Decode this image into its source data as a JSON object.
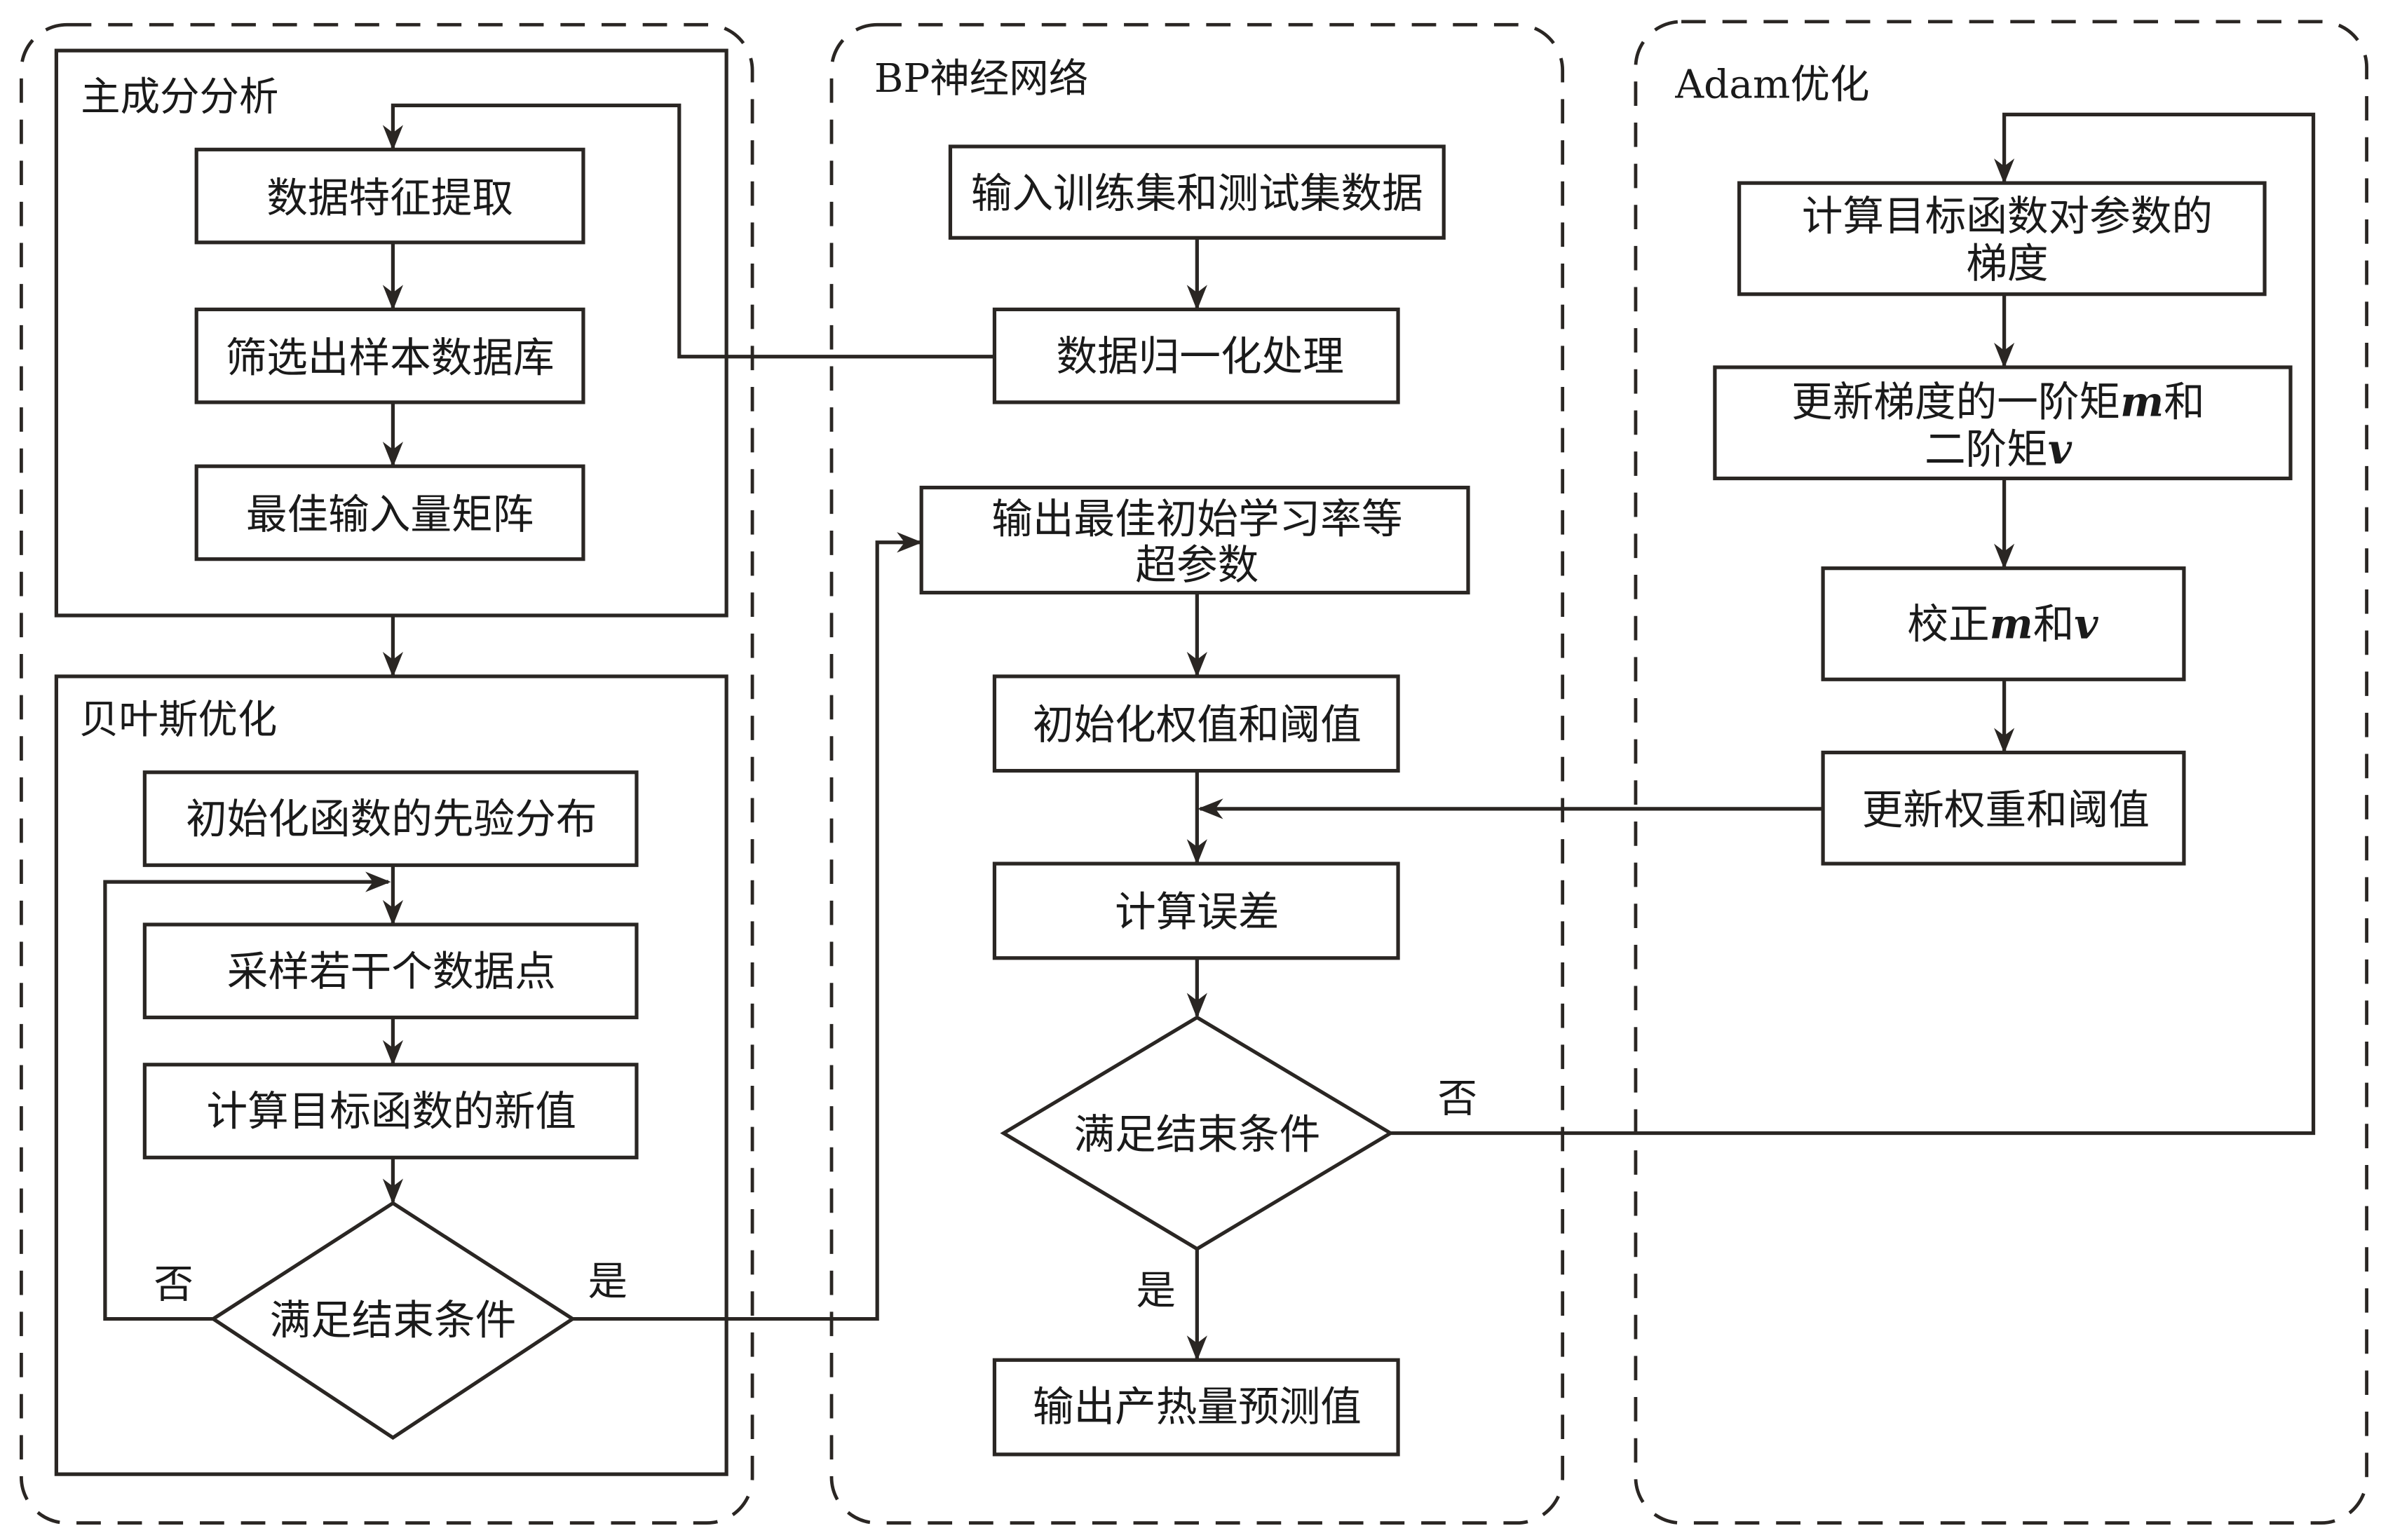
{
  "sections": {
    "pca": "主成分分析",
    "bayes": "贝叶斯优化",
    "bp": "BP神经网络",
    "adam": "Adam优化"
  },
  "pca_steps": [
    "数据特征提取",
    "筛选出样本数据库",
    "最佳输入量矩阵"
  ],
  "bayes_steps": [
    "初始化函数的先验分布",
    "采样若干个数据点",
    "计算目标函数的新值"
  ],
  "bayes_decision": "满足结束条件",
  "bp_steps": {
    "input": "输入训练集和测试集数据",
    "normalize": "数据归一化处理",
    "hyper_line1": "输出最佳初始学习率等",
    "hyper_line2": "超参数",
    "init": "初始化权值和阈值",
    "error": "计算误差",
    "output": "输出产热量预测值"
  },
  "bp_decision": "满足结束条件",
  "adam_steps": {
    "grad_line1": "计算目标函数对参数的",
    "grad_line2": "梯度",
    "moment_line1_pre": "更新梯度的一阶矩",
    "moment_m": "m",
    "moment_line1_post": "和",
    "moment_line2_pre": "二阶矩",
    "moment_v": "v",
    "correct_pre": "校正",
    "correct_m": "m",
    "correct_mid": "和",
    "correct_v": "v",
    "update": "更新权重和阈值"
  },
  "labels": {
    "yes": "是",
    "no": "否"
  }
}
